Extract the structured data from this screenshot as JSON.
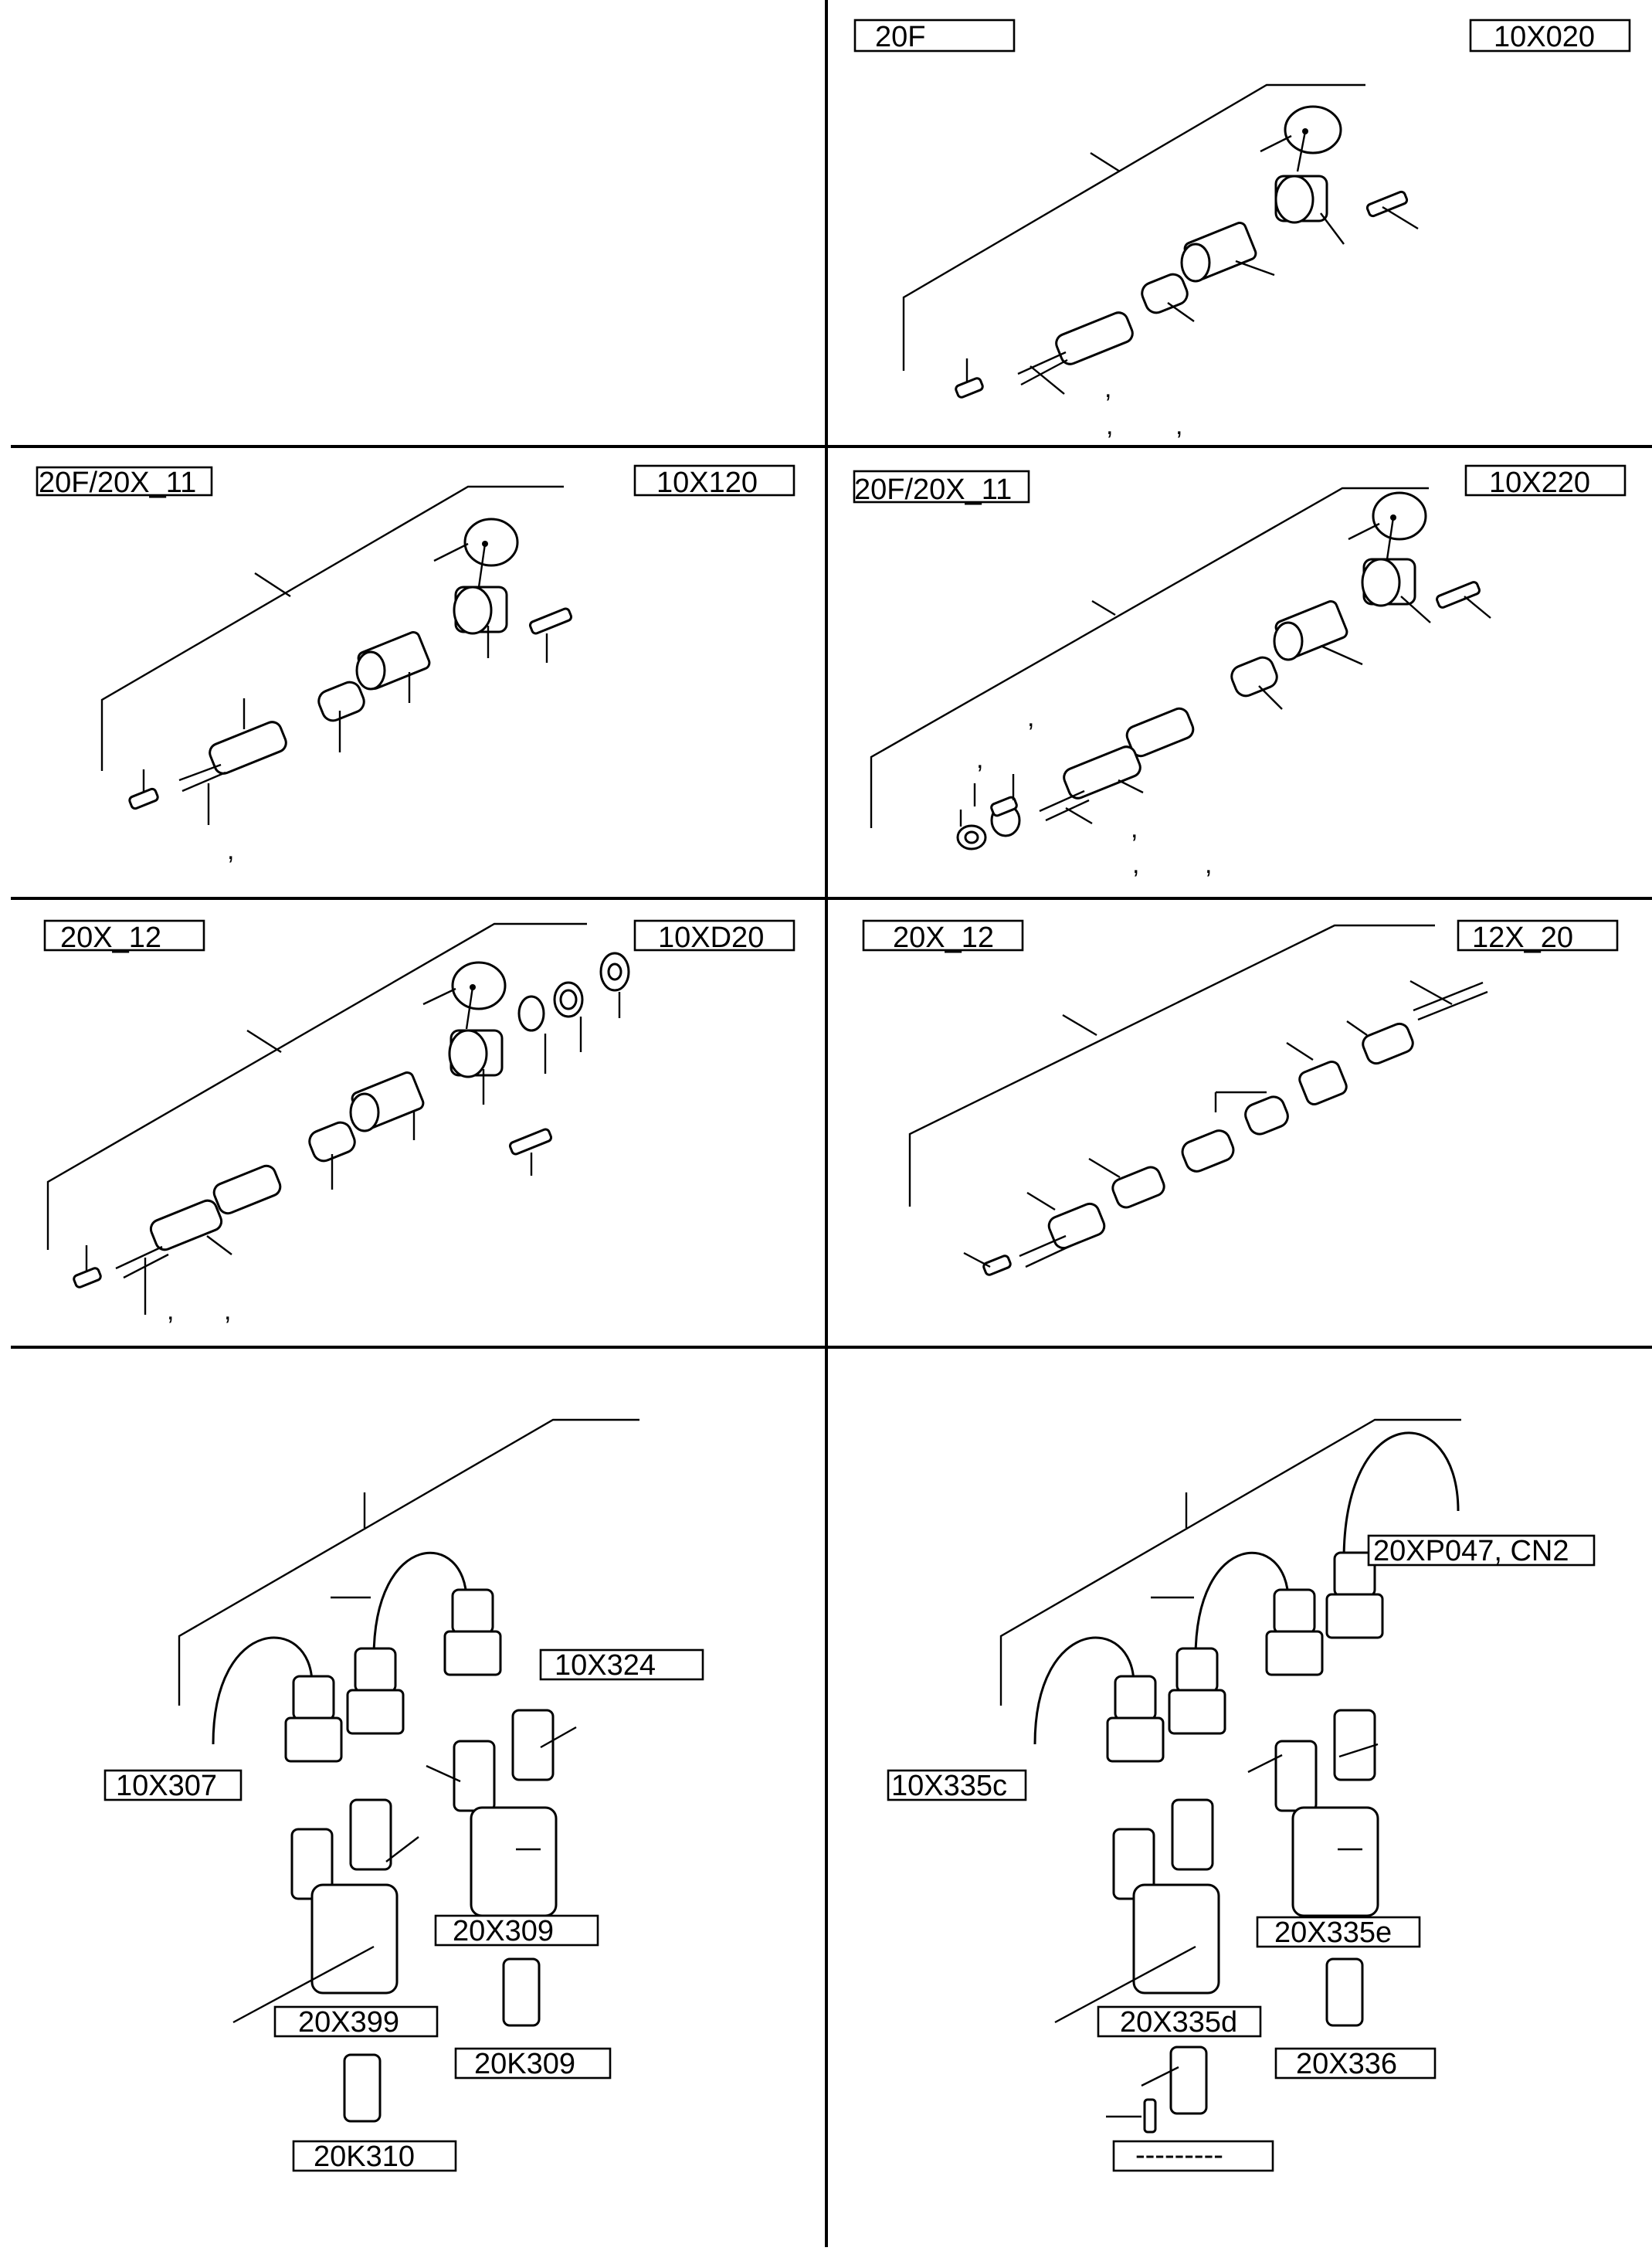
{
  "panels": {
    "p1": {
      "code": "20F",
      "ref": "10X020"
    },
    "p2": {
      "code": "20F/20X_11",
      "ref": "10X120"
    },
    "p3": {
      "code": "20F/20X_11",
      "ref": "10X220"
    },
    "p4": {
      "code": "20X_12",
      "ref": "10XD20"
    },
    "p5": {
      "code": "20X_12",
      "ref": "12X_20"
    },
    "p6": {
      "harness": "10X307",
      "connectors": [
        "10X324",
        "20X309",
        "20X399",
        "20K309",
        "20K310"
      ]
    },
    "p7": {
      "harness": "10X335c",
      "connectors": [
        "20XP047, CN2",
        "20X335e",
        "20X335d",
        "20X336",
        "---------"
      ]
    }
  },
  "separator": ","
}
